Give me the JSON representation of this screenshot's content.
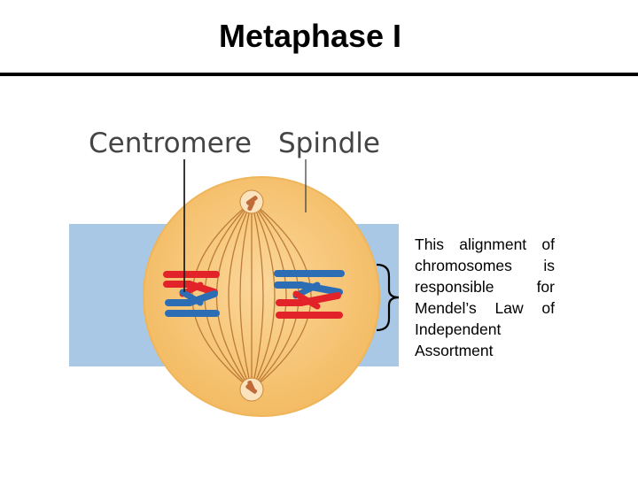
{
  "slide": {
    "title": "Metaphase I"
  },
  "diagram": {
    "labels": {
      "centromere": "Centromere",
      "spindle": "Spindle"
    },
    "colors": {
      "cell_fill": "#f7c879",
      "cell_edge": "#f2b65a",
      "background_band": "#a8c8e8",
      "maternal_chromosome": "#e2242a",
      "paternal_chromosome": "#2c6db4",
      "spindle_fiber": "#b06a28"
    },
    "icons": {
      "pole": "centrosome-pole-icon",
      "bracket": "curly-brace-icon"
    }
  },
  "caption": {
    "text": "This alignment of chromosomes is responsible for Mendel’s Law of Independent Assortment"
  }
}
